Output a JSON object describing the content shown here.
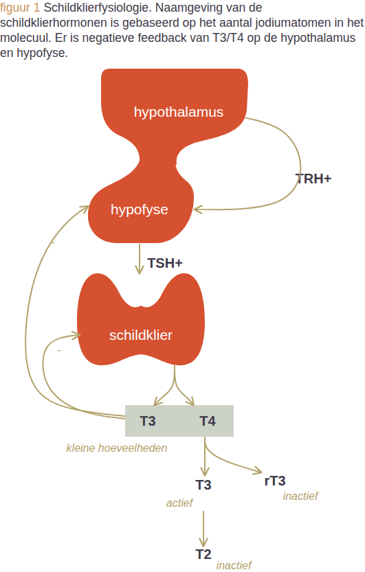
{
  "diagram": {
    "title": "figuur 1",
    "caption": "Schildklierfysiologie. Naamgeving van de schildklierhormonen is gebaseerd op het aantal jodiumatomen in het molecuul. Er is negatieve feedback van T3/T4 op de hypothalamus en hypofyse.",
    "nodes": [
      {
        "text": [
          "hypothalamus"
        ]
      },
      {
        "text": [
          "hypofyse"
        ]
      },
      {
        "text": [
          "schildklier"
        ]
      },
      {
        "text": [
          "T3",
          "T4"
        ]
      },
      {
        "text": [
          "T3",
          "actief"
        ]
      },
      {
        "text": [
          "rT3",
          "inactief"
        ]
      },
      {
        "text": [
          "T2",
          "inactief"
        ]
      }
    ],
    "edges": [
      {
        "from": 0,
        "to": 1,
        "label": "TRH+",
        "arrow": "to"
      },
      {
        "from": 1,
        "to": 2,
        "label": "TSH+",
        "arrow": "to"
      },
      {
        "from": 3,
        "to": 1,
        "label": "-",
        "arrow": "to"
      },
      {
        "from": 3,
        "to": 2,
        "label": "-",
        "arrow": "to"
      },
      {
        "from": 2,
        "to": 3,
        "arrow": "to"
      },
      {
        "from": 3,
        "to": 4,
        "arrow": "to"
      },
      {
        "from": 3,
        "to": 5,
        "arrow": "to"
      },
      {
        "from": 4,
        "to": 6,
        "arrow": "to"
      }
    ],
    "labels": [
      "kleine hoeveelheden"
    ]
  }
}
